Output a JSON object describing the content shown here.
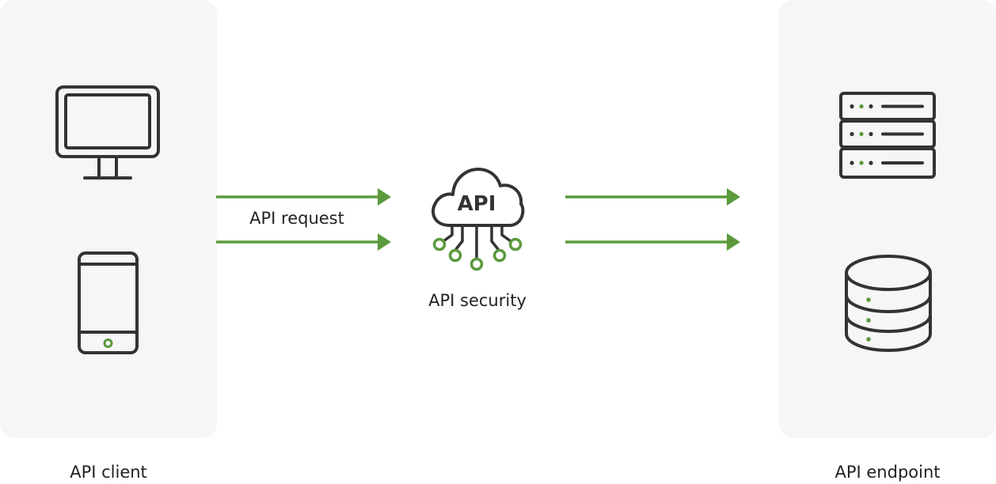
{
  "diagram": {
    "client": {
      "label": "API client"
    },
    "request": {
      "label": "API request"
    },
    "security": {
      "label": "API security",
      "icon_text": "API"
    },
    "endpoint": {
      "label": "API endpoint"
    }
  },
  "colors": {
    "accent": "#5a9a3c",
    "stroke": "#333333",
    "panel": "#f5f6f5"
  }
}
